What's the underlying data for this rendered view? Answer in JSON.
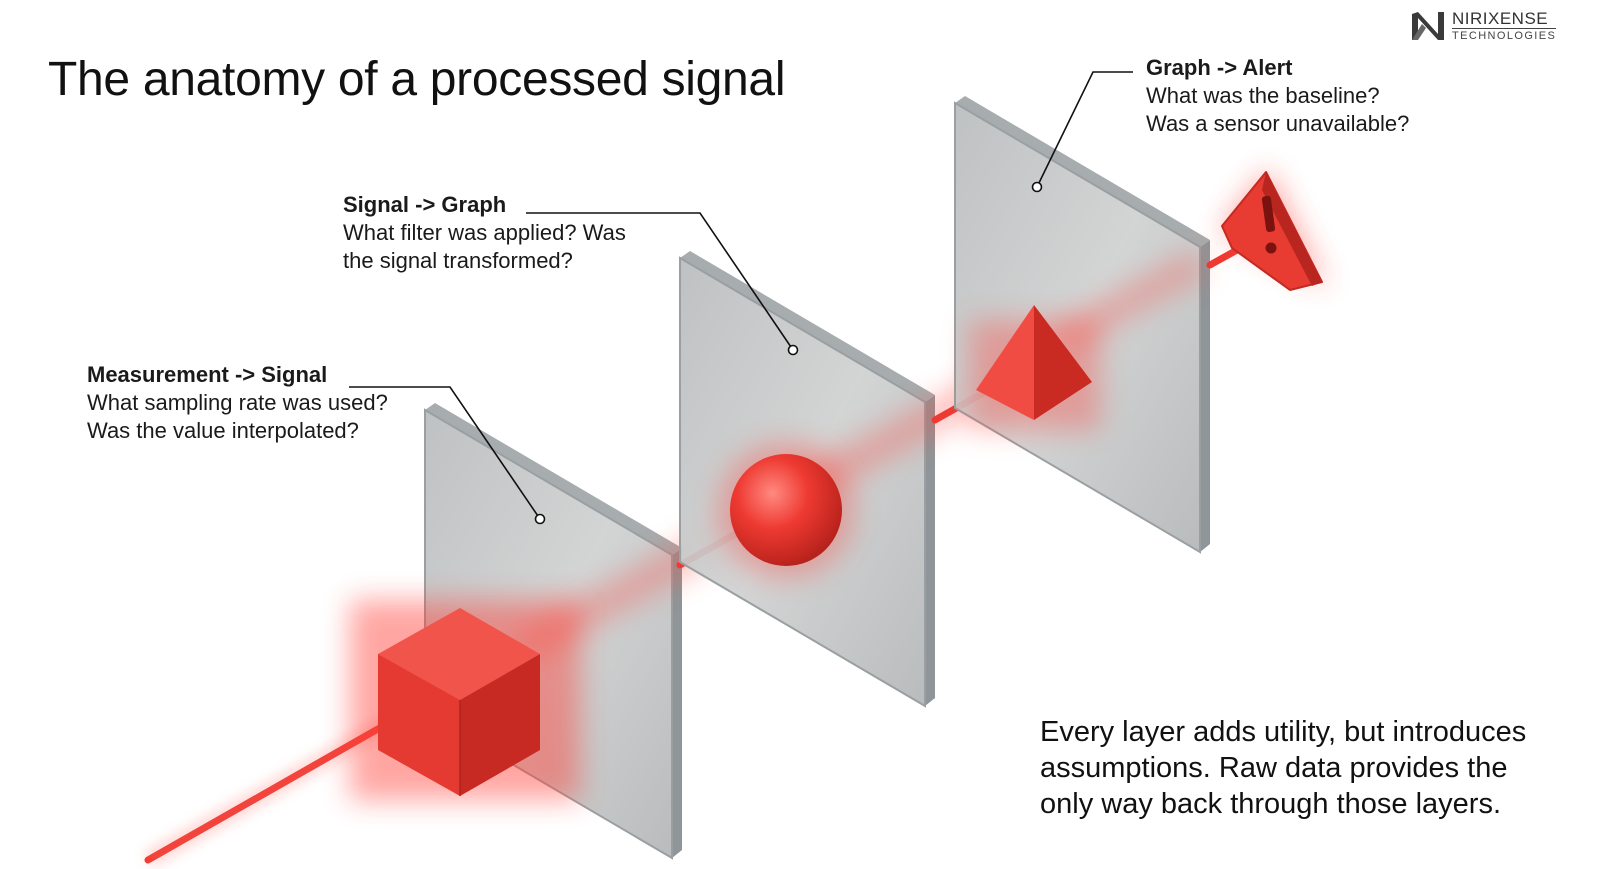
{
  "title": "The anatomy of a processed signal",
  "logo": {
    "brand": "NIRIXENSE",
    "sub": "TECHNOLOGIES"
  },
  "callouts": [
    {
      "head": "Measurement -> Signal",
      "lines": [
        "What sampling rate was used?",
        "Was the value interpolated?"
      ]
    },
    {
      "head": "Signal -> Graph",
      "lines": [
        "What filter was applied? Was",
        "the signal transformed?"
      ]
    },
    {
      "head": "Graph -> Alert",
      "lines": [
        "What was the baseline?",
        "Was a sensor unavailable?"
      ]
    }
  ],
  "footer": [
    "Every layer adds utility, but introduces",
    "assumptions. Raw data provides the",
    "only way back through those layers."
  ],
  "colors": {
    "beam": "#ee3a32",
    "glass": "#c4c6c7",
    "glass_edge": "#8f9598"
  },
  "icons": [
    "cube-icon",
    "sphere-icon",
    "pyramid-icon",
    "warning-triangle-icon",
    "logo-n-icon"
  ]
}
